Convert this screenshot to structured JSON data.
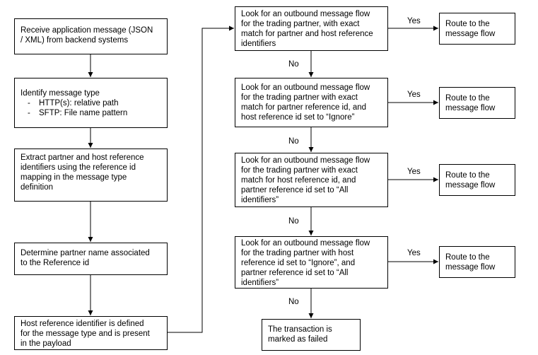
{
  "left_column": [
    {
      "id": "receive",
      "lines": [
        "Receive application message (JSON",
        "/ XML) from backend systems"
      ]
    },
    {
      "id": "identify",
      "lines": [
        "Identify message type"
      ],
      "bullets": [
        "HTTP(s): relative path",
        "SFTP: File name pattern"
      ]
    },
    {
      "id": "extract",
      "lines": [
        "Extract partner and host reference",
        "identifiers using the reference id",
        "mapping in the message type",
        "definition"
      ]
    },
    {
      "id": "determine",
      "lines": [
        "Determine partner name associated",
        "to the Reference id"
      ]
    },
    {
      "id": "host-defined",
      "lines": [
        "Host reference identifier is defined",
        "for the message type and is present",
        "in the payload"
      ]
    }
  ],
  "middle_column": [
    {
      "id": "lookup-1",
      "lines": [
        "Look for an outbound message flow",
        "for the trading partner, with exact",
        "match for partner and host reference",
        "identifiers"
      ]
    },
    {
      "id": "lookup-2",
      "lines": [
        "Look for an outbound message flow",
        "for the trading partner with exact",
        "match for partner reference id, and",
        "host reference id set to “Ignore”"
      ]
    },
    {
      "id": "lookup-3",
      "lines": [
        "Look for an outbound message flow",
        "for the trading partner with exact",
        "match for host reference id, and",
        "partner reference id set to “All",
        "identifiers”"
      ]
    },
    {
      "id": "lookup-4",
      "lines": [
        "Look for an outbound message flow",
        "for the trading partner with host",
        "reference id set to “Ignore”, and",
        "partner reference id set to “All",
        "identifiers”"
      ]
    },
    {
      "id": "failed",
      "lines": [
        "The transaction is",
        "marked as failed"
      ]
    }
  ],
  "right_column": [
    {
      "id": "route-1",
      "lines": [
        "Route to the",
        "message flow"
      ]
    },
    {
      "id": "route-2",
      "lines": [
        "Route to the",
        "message flow"
      ]
    },
    {
      "id": "route-3",
      "lines": [
        "Route to the",
        "message flow"
      ]
    },
    {
      "id": "route-4",
      "lines": [
        "Route to the",
        "message flow"
      ]
    }
  ],
  "labels": {
    "yes": "Yes",
    "no": "No"
  }
}
